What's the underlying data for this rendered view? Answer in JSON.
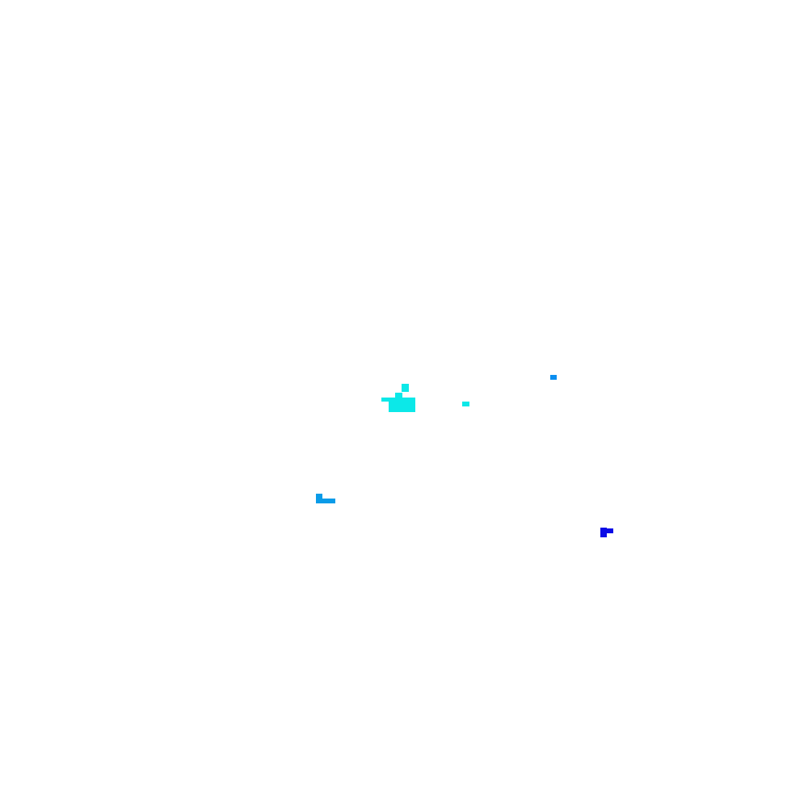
{
  "palette": {
    "background": "#ffffff",
    "cyan": "#0ce8e8",
    "sky_blue": "#0a9be8",
    "medium_blue": "#0a8ef0",
    "deep_blue": "#0a0ae6"
  },
  "blobs": [
    {
      "name": "cyan-cluster-large",
      "color_key": "cyan"
    },
    {
      "name": "cyan-speck",
      "color_key": "cyan"
    },
    {
      "name": "sky-blue-dot",
      "color_key": "medium_blue"
    },
    {
      "name": "sky-blue-hook",
      "color_key": "sky_blue"
    },
    {
      "name": "deep-blue-mark",
      "color_key": "deep_blue"
    }
  ]
}
